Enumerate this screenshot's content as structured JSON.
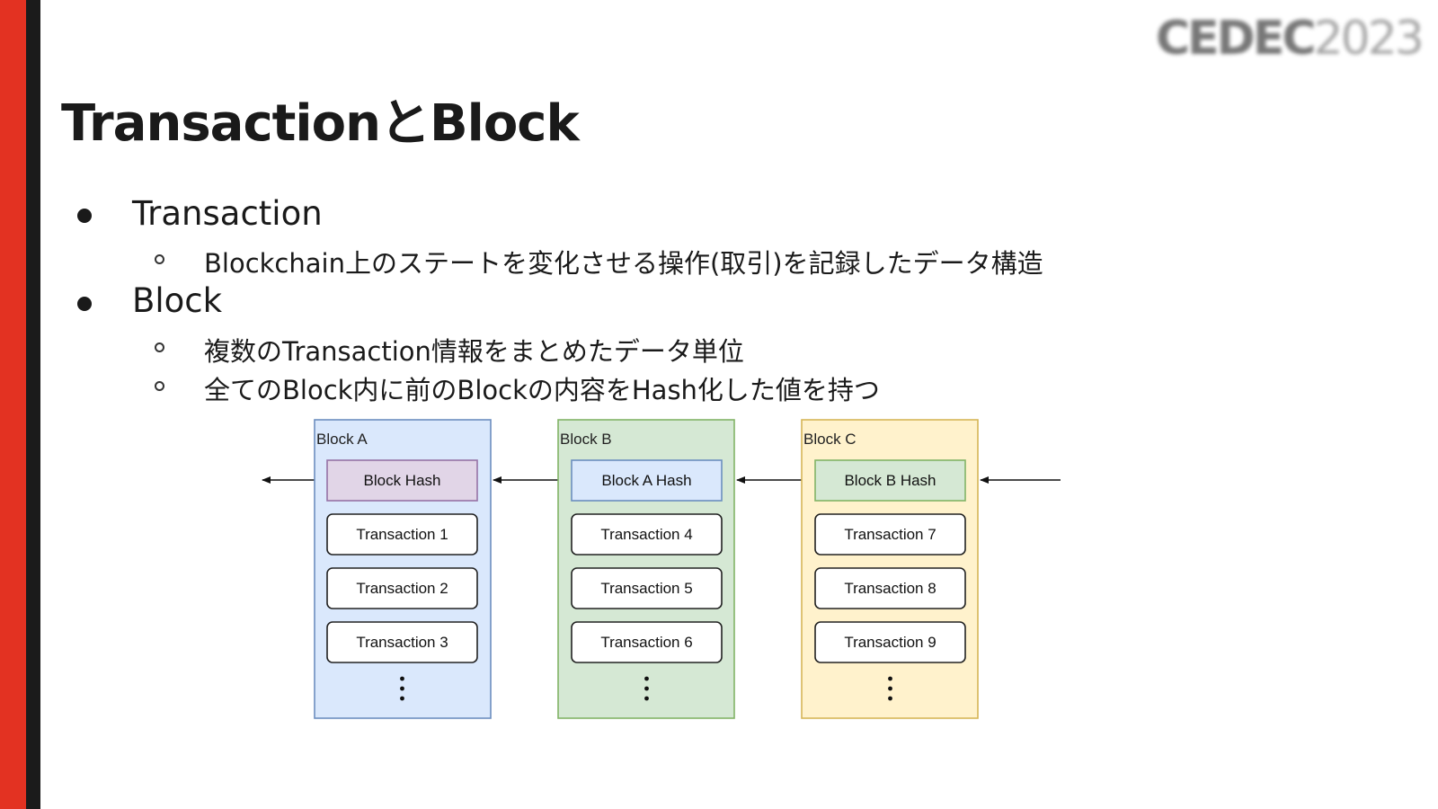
{
  "slide": {
    "title": "TransactionとBlock",
    "logo": {
      "brand": "CEDEC",
      "year": "2023"
    },
    "bullets": [
      {
        "text": "Transaction",
        "sub": [
          "Blockchain上のステートを変化させる操作(取引)を記録したデータ構造"
        ]
      },
      {
        "text": "Block",
        "sub": [
          "複数のTransaction情報をまとめたデータ単位",
          "全てのBlock内に前のBlockの内容をHash化した値を持つ"
        ]
      }
    ]
  },
  "diagram": {
    "blocks": [
      {
        "label": "Block A",
        "hash": "Block Hash",
        "transactions": [
          "Transaction 1",
          "Transaction 2",
          "Transaction 3"
        ],
        "fill": "#dae8fc",
        "stroke": "#6c8ebf",
        "hash_fill": "#e1d5e7",
        "hash_stroke": "#9673a6"
      },
      {
        "label": "Block B",
        "hash": "Block A Hash",
        "transactions": [
          "Transaction 4",
          "Transaction 5",
          "Transaction 6"
        ],
        "fill": "#d5e8d4",
        "stroke": "#82b366",
        "hash_fill": "#dae8fc",
        "hash_stroke": "#6c8ebf"
      },
      {
        "label": "Block C",
        "hash": "Block B Hash",
        "transactions": [
          "Transaction 7",
          "Transaction 8",
          "Transaction 9"
        ],
        "fill": "#fff2cc",
        "stroke": "#d6b656",
        "hash_fill": "#d5e8d4",
        "hash_stroke": "#82b366"
      }
    ]
  },
  "colors": {
    "accent_red": "#e33222",
    "accent_dark": "#1b1b1b"
  }
}
